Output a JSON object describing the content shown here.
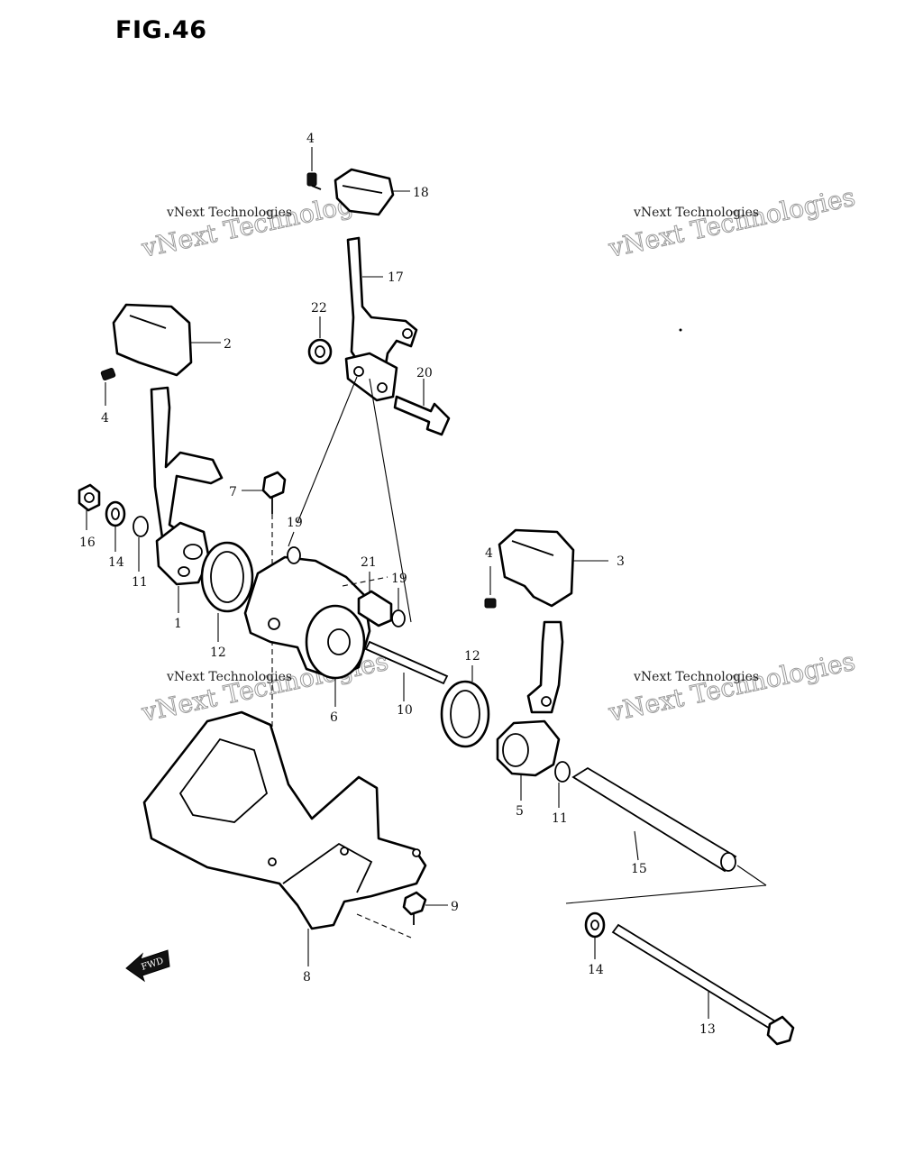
{
  "figure": {
    "title": "FIG.46"
  },
  "watermark": {
    "line1": "vNext Technologies",
    "line2": "vNext Technologies"
  },
  "parts": [
    {
      "ref": "1"
    },
    {
      "ref": "2"
    },
    {
      "ref": "3"
    },
    {
      "ref": "4"
    },
    {
      "ref": "5"
    },
    {
      "ref": "6"
    },
    {
      "ref": "7"
    },
    {
      "ref": "8"
    },
    {
      "ref": "9"
    },
    {
      "ref": "10"
    },
    {
      "ref": "11"
    },
    {
      "ref": "12"
    },
    {
      "ref": "13"
    },
    {
      "ref": "14"
    },
    {
      "ref": "15"
    },
    {
      "ref": "16"
    },
    {
      "ref": "17"
    },
    {
      "ref": "18"
    },
    {
      "ref": "19"
    },
    {
      "ref": "20"
    },
    {
      "ref": "21"
    },
    {
      "ref": "22"
    }
  ],
  "labels": {
    "p4_top": "4",
    "p18": "18",
    "p17": "17",
    "p22": "22",
    "p20": "20",
    "p2": "2",
    "p4_left": "4",
    "p7": "7",
    "p19_a": "19",
    "p19_b": "19",
    "p21": "21",
    "p16": "16",
    "p14_a": "14",
    "p11_a": "11",
    "p1": "1",
    "p12_a": "12",
    "p6": "6",
    "p10": "10",
    "p3": "3",
    "p4_right": "4",
    "p12_b": "12",
    "p5": "5",
    "p11_b": "11",
    "p15": "15",
    "p9": "9",
    "p8": "8",
    "p14_b": "14",
    "p13": "13"
  },
  "icons": {
    "front_arrow": "front-direction-arrow-icon",
    "front_text": "FWD"
  }
}
